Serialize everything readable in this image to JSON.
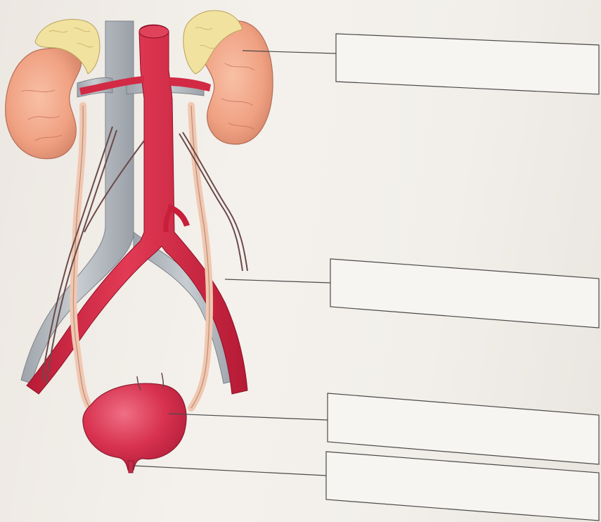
{
  "diagram": {
    "subject": "urinary system",
    "colors": {
      "background": "#f3efe9",
      "kidney": "#f3a888",
      "adrenal": "#f1e3a4",
      "vena_cava": "#b9bec4",
      "aorta": "#d6223f",
      "bladder": "#d93b55",
      "ureter": "#f1c9b2",
      "line": "#4a4a4a"
    },
    "structures": [
      {
        "id": "kidney",
        "icon": "kidney-icon"
      },
      {
        "id": "adrenal-gland",
        "icon": "adrenal-gland-icon"
      },
      {
        "id": "ureter",
        "icon": "ureter-icon"
      },
      {
        "id": "urinary-bladder",
        "icon": "bladder-icon"
      },
      {
        "id": "urethra",
        "icon": "urethra-icon"
      }
    ],
    "label_boxes": [
      {
        "id": "label-box-1",
        "text": ""
      },
      {
        "id": "label-box-2",
        "text": ""
      },
      {
        "id": "label-box-3",
        "text": ""
      },
      {
        "id": "label-box-4",
        "text": ""
      }
    ]
  }
}
